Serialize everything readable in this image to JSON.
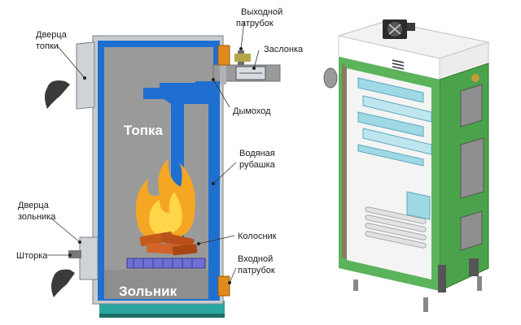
{
  "diagram": {
    "labels": {
      "door_firebox": [
        "Дверца",
        "топки"
      ],
      "outlet_pipe": [
        "Выходной",
        "патрубок"
      ],
      "damper": "Заслонка",
      "flue": "Дымоход",
      "firebox": "Топка",
      "water_jacket": [
        "Водяная",
        "рубашка"
      ],
      "door_ash": [
        "Дверца",
        "зольника"
      ],
      "grate": "Колосник",
      "shutter": "Шторка",
      "inlet_pipe": [
        "Входной",
        "патрубок"
      ],
      "ash_pit": "Зольник"
    },
    "colors": {
      "water_jacket": "#1f6fd1",
      "steel": "#9a9a9a",
      "insulation_green": "#4aa34a",
      "pipe_orange": "#e08a1e",
      "flame": "#f5a623"
    }
  }
}
